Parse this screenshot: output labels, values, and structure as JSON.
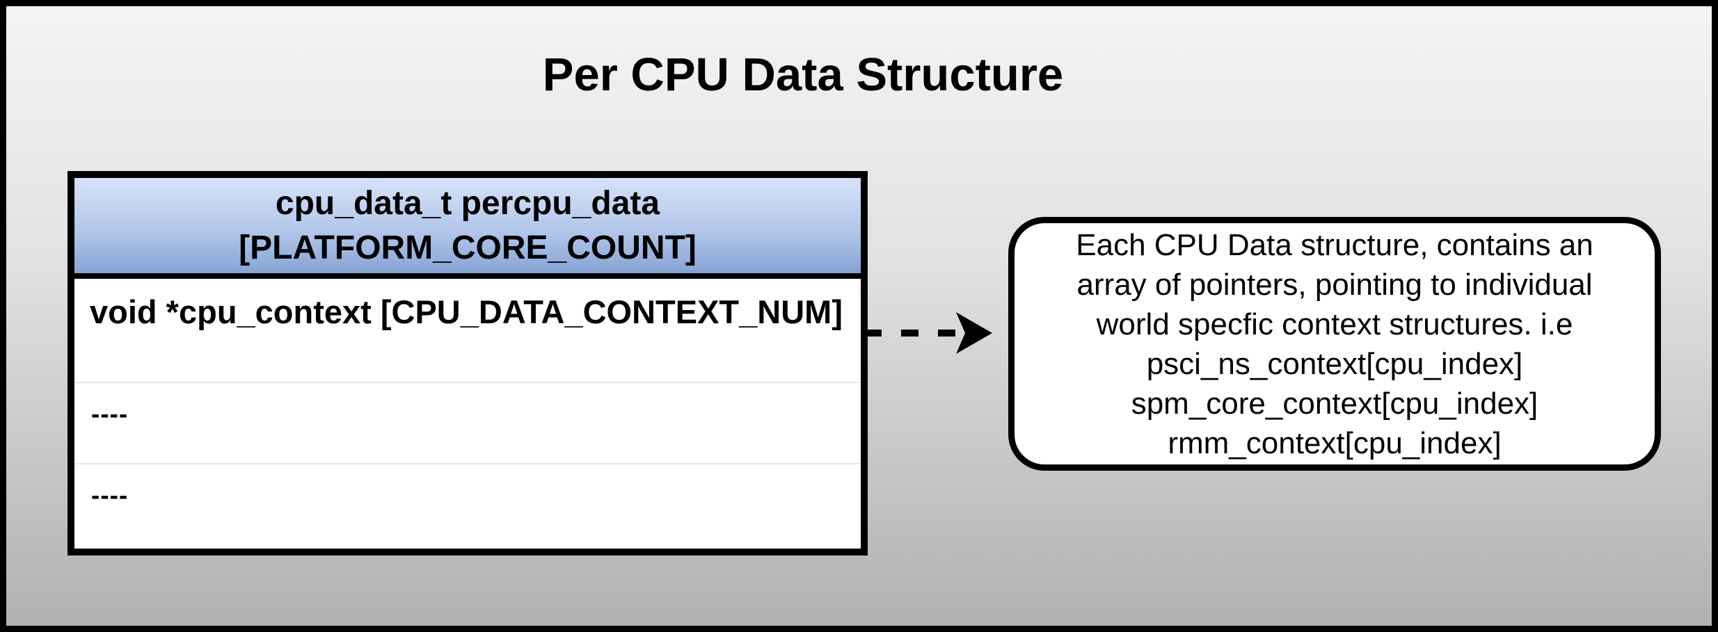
{
  "diagram": {
    "title": "Per CPU Data Structure"
  },
  "table": {
    "header": {
      "line1": "cpu_data_t percpu_data",
      "line2": "[PLATFORM_CORE_COUNT]"
    },
    "rows": [
      {
        "label": "void *cpu_context [CPU_DATA_CONTEXT_NUM]"
      },
      {
        "label": "----"
      },
      {
        "label": "----"
      }
    ]
  },
  "arrow": {
    "style": "dashed",
    "direction": "right",
    "from": "cpu-data-table",
    "to": "annotation-callout"
  },
  "callout": {
    "lines": [
      "Each CPU Data structure, contains an",
      "array of pointers, pointing to individual",
      "world specfic context structures. i.e",
      "psci_ns_context[cpu_index]",
      "spm_core_context[cpu_index]",
      "rmm_context[cpu_index]"
    ]
  },
  "colors": {
    "frame_border": "#000000",
    "background_top": "#f4f4f4",
    "background_bottom": "#b1b1b1",
    "header_blue_top": "#d6e2f8",
    "header_blue_bottom": "#839ed0",
    "table_background": "#ffffff",
    "row_separator": "#e7e7e7",
    "text": "#000000"
  }
}
